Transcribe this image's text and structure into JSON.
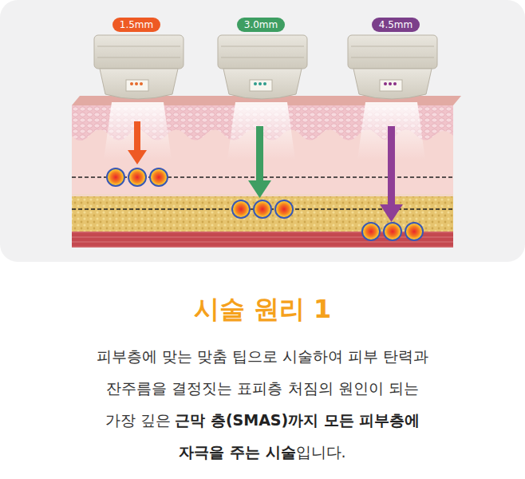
{
  "diagram": {
    "title": "시술 원리 1",
    "nodes": [
      {
        "text": [
          "1.5mm"
        ]
      },
      {
        "text": [
          "3.0mm"
        ]
      },
      {
        "text": [
          "4.5mm"
        ]
      }
    ],
    "labels": [
      "피부층에 맞는 맞춤 팁으로 시술하여 피부 탄력과",
      "잔주름을 결정짓는 표피층 처짐의 원인이 되는",
      "가장 깊은",
      "근막 층(SMAS)까지 모든 피부층에",
      "자극을 주는 시술",
      "입니다."
    ]
  }
}
